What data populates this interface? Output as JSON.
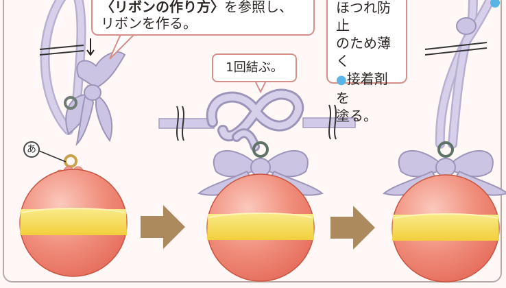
{
  "callouts": {
    "ribbon_ref_bold": "〈リボンの作り方〉",
    "ribbon_ref_rest": "を参照し、",
    "ribbon_ref_line2": "リボンを作る。",
    "tie_once": "1回結ぶ。",
    "fray_line1": "ほつれ防止",
    "fray_line2": "のため薄く",
    "fray_line3_dot": "●",
    "fray_line3": "接着剤を",
    "fray_line4": "塗る。"
  },
  "labels": {
    "mark_a": "あ"
  },
  "colors": {
    "ball": "#ee8674",
    "band": "#f5dc55",
    "ribbon": "#c6bfdd",
    "arrow": "#ac8a5d",
    "callout_border": "#d58e88",
    "glue_dot": "#59b5e6"
  }
}
